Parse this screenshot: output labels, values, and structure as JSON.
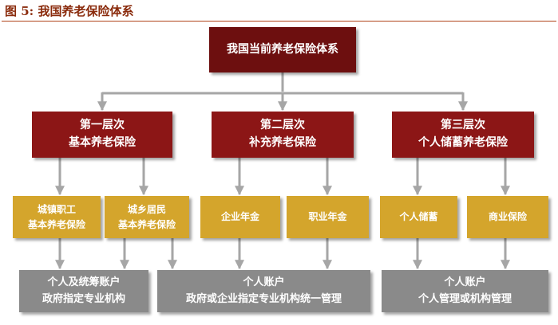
{
  "figure": {
    "label": "图 5:",
    "title": "我国养老保险体系"
  },
  "root": {
    "label": "我国当前养老保险体系"
  },
  "tiers": [
    {
      "name": "第一层次",
      "desc": "基本养老保险"
    },
    {
      "name": "第二层次",
      "desc": "补充养老保险"
    },
    {
      "name": "第三层次",
      "desc": "个人储蓄养老保险"
    }
  ],
  "sub_boxes": [
    {
      "lines": [
        "城镇职工",
        "基本养老保险"
      ]
    },
    {
      "lines": [
        "城乡居民",
        "基本养老保险"
      ]
    },
    {
      "lines": [
        "企业年金"
      ]
    },
    {
      "lines": [
        "职业年金"
      ]
    },
    {
      "lines": [
        "个人储蓄"
      ]
    },
    {
      "lines": [
        "商业保险"
      ]
    }
  ],
  "accounts": [
    {
      "lines": [
        "个人及统筹账户",
        "政府指定专业机构"
      ]
    },
    {
      "lines": [
        "个人账户",
        "政府或企业指定专业机构统一管理"
      ]
    },
    {
      "lines": [
        "个人账户",
        "个人管理或机构管理"
      ]
    }
  ],
  "colors": {
    "root": "#6d0f0f",
    "tier": "#8c1616",
    "sub": "#d4a52c",
    "account": "#8a8a8a",
    "connector": "#a6a6a6",
    "title": "#8a2b0c"
  }
}
